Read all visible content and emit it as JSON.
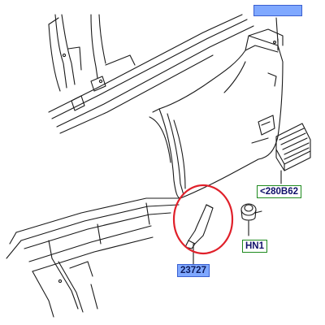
{
  "callouts": {
    "top_part": {
      "label": "",
      "style": "blue"
    },
    "vent_grille": {
      "label": "<280B62",
      "style": "green"
    },
    "clip_fastener": {
      "label": "HN1",
      "style": "green"
    },
    "sill_trim": {
      "label": "23727",
      "style": "blue"
    }
  },
  "colors": {
    "line": "#1a1a1a",
    "highlight_circle": "#e0202a",
    "blue_label_fill": "#7fa8ff",
    "green_label_border": "#1e8a1e"
  }
}
